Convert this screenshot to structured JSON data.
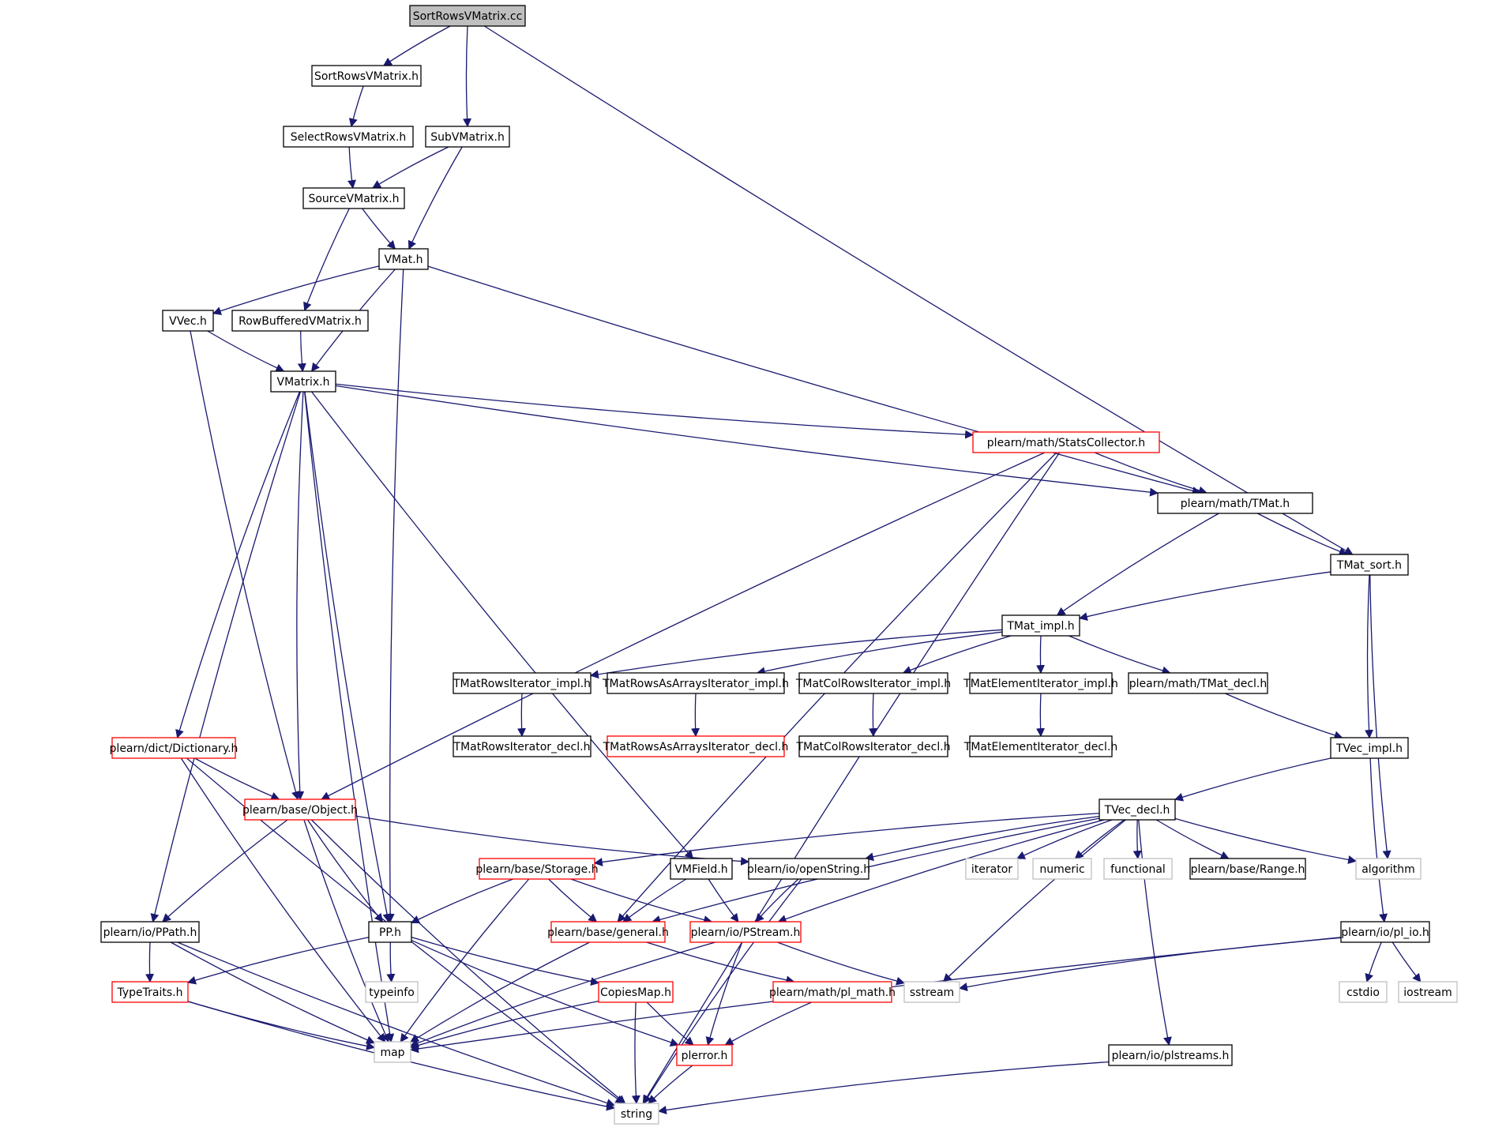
{
  "colors": {
    "edge": "#191970",
    "root_fill": "#bfbfbf",
    "normal_border": "#000000",
    "truncated_border": "#ff0000",
    "external_border": "#bfbfbf"
  },
  "diagram": {
    "root": "SortRowsVMatrix.cc",
    "nodes": [
      {
        "id": "root",
        "label": "SortRowsVMatrix.cc",
        "style": "root"
      },
      {
        "id": "sortrowsh",
        "label": "SortRowsVMatrix.h",
        "style": "normal"
      },
      {
        "id": "selectrows",
        "label": "SelectRowsVMatrix.h",
        "style": "normal"
      },
      {
        "id": "subv",
        "label": "SubVMatrix.h",
        "style": "normal"
      },
      {
        "id": "source",
        "label": "SourceVMatrix.h",
        "style": "normal"
      },
      {
        "id": "vmat",
        "label": "VMat.h",
        "style": "normal"
      },
      {
        "id": "vvec",
        "label": "VVec.h",
        "style": "normal"
      },
      {
        "id": "rowbuf",
        "label": "RowBufferedVMatrix.h",
        "style": "normal"
      },
      {
        "id": "vmatrix",
        "label": "VMatrix.h",
        "style": "normal"
      },
      {
        "id": "stats",
        "label": "plearn/math/StatsCollector.h",
        "style": "truncated"
      },
      {
        "id": "tmat",
        "label": "plearn/math/TMat.h",
        "style": "normal"
      },
      {
        "id": "tmatsort",
        "label": "TMat_sort.h",
        "style": "normal"
      },
      {
        "id": "tmatimpl",
        "label": "TMat_impl.h",
        "style": "normal"
      },
      {
        "id": "rowsiterimpl",
        "label": "TMatRowsIterator_impl.h",
        "style": "normal"
      },
      {
        "id": "rowsasimpl",
        "label": "TMatRowsAsArraysIterator_impl.h",
        "style": "normal"
      },
      {
        "id": "colrowsimpl",
        "label": "TMatColRowsIterator_impl.h",
        "style": "normal"
      },
      {
        "id": "elemimpl",
        "label": "TMatElementIterator_impl.h",
        "style": "normal"
      },
      {
        "id": "tmatdecl",
        "label": "plearn/math/TMat_decl.h",
        "style": "normal"
      },
      {
        "id": "rowsiterdecl",
        "label": "TMatRowsIterator_decl.h",
        "style": "normal"
      },
      {
        "id": "rowsasdecl",
        "label": "TMatRowsAsArraysIterator_decl.h",
        "style": "truncated"
      },
      {
        "id": "colrowsdecl",
        "label": "TMatColRowsIterator_decl.h",
        "style": "normal"
      },
      {
        "id": "elemdecl",
        "label": "TMatElementIterator_decl.h",
        "style": "normal"
      },
      {
        "id": "dict",
        "label": "plearn/dict/Dictionary.h",
        "style": "truncated"
      },
      {
        "id": "tvecimpl",
        "label": "TVec_impl.h",
        "style": "normal"
      },
      {
        "id": "object",
        "label": "plearn/base/Object.h",
        "style": "truncated"
      },
      {
        "id": "tvecdecl",
        "label": "TVec_decl.h",
        "style": "normal"
      },
      {
        "id": "storage",
        "label": "plearn/base/Storage.h",
        "style": "truncated"
      },
      {
        "id": "vmfield",
        "label": "VMField.h",
        "style": "normal"
      },
      {
        "id": "openstr",
        "label": "plearn/io/openString.h",
        "style": "normal"
      },
      {
        "id": "iterator",
        "label": "iterator",
        "style": "external"
      },
      {
        "id": "numeric",
        "label": "numeric",
        "style": "external"
      },
      {
        "id": "functional",
        "label": "functional",
        "style": "external"
      },
      {
        "id": "range",
        "label": "plearn/base/Range.h",
        "style": "normal"
      },
      {
        "id": "algorithm",
        "label": "algorithm",
        "style": "external"
      },
      {
        "id": "ppath",
        "label": "plearn/io/PPath.h",
        "style": "normal"
      },
      {
        "id": "pp",
        "label": "PP.h",
        "style": "normal"
      },
      {
        "id": "general",
        "label": "plearn/base/general.h",
        "style": "truncated"
      },
      {
        "id": "pstream",
        "label": "plearn/io/PStream.h",
        "style": "truncated"
      },
      {
        "id": "plio",
        "label": "plearn/io/pl_io.h",
        "style": "normal"
      },
      {
        "id": "typetraits",
        "label": "TypeTraits.h",
        "style": "truncated"
      },
      {
        "id": "typeinfo",
        "label": "typeinfo",
        "style": "external"
      },
      {
        "id": "copiesmap",
        "label": "CopiesMap.h",
        "style": "truncated"
      },
      {
        "id": "plmath",
        "label": "plearn/math/pl_math.h",
        "style": "truncated"
      },
      {
        "id": "sstream",
        "label": "sstream",
        "style": "external"
      },
      {
        "id": "cstdio",
        "label": "cstdio",
        "style": "external"
      },
      {
        "id": "iostream",
        "label": "iostream",
        "style": "external"
      },
      {
        "id": "map",
        "label": "map",
        "style": "external"
      },
      {
        "id": "plerror",
        "label": "plerror.h",
        "style": "truncated"
      },
      {
        "id": "plstreams",
        "label": "plearn/io/plstreams.h",
        "style": "normal"
      },
      {
        "id": "string",
        "label": "string",
        "style": "external"
      }
    ],
    "edges": [
      [
        "root",
        "sortrowsh"
      ],
      [
        "root",
        "subv"
      ],
      [
        "root",
        "tmatsort"
      ],
      [
        "sortrowsh",
        "selectrows"
      ],
      [
        "selectrows",
        "source"
      ],
      [
        "subv",
        "source"
      ],
      [
        "subv",
        "vmat"
      ],
      [
        "source",
        "vmat"
      ],
      [
        "source",
        "rowbuf"
      ],
      [
        "vmat",
        "vvec"
      ],
      [
        "vmat",
        "vmatrix"
      ],
      [
        "vmat",
        "pp"
      ],
      [
        "vmat",
        "tmat"
      ],
      [
        "vvec",
        "vmatrix"
      ],
      [
        "vvec",
        "object"
      ],
      [
        "rowbuf",
        "vmatrix"
      ],
      [
        "vmatrix",
        "stats"
      ],
      [
        "vmatrix",
        "tmat"
      ],
      [
        "vmatrix",
        "vmfield"
      ],
      [
        "vmatrix",
        "dict"
      ],
      [
        "vmatrix",
        "object"
      ],
      [
        "vmatrix",
        "pp"
      ],
      [
        "vmatrix",
        "map"
      ],
      [
        "vmatrix",
        "ppath"
      ],
      [
        "stats",
        "tmat"
      ],
      [
        "stats",
        "object"
      ],
      [
        "stats",
        "general"
      ],
      [
        "stats",
        "string"
      ],
      [
        "tmat",
        "tmatsort"
      ],
      [
        "tmat",
        "tmatimpl"
      ],
      [
        "tmatsort",
        "tmatimpl"
      ],
      [
        "tmatsort",
        "tvecimpl"
      ],
      [
        "tmatsort",
        "algorithm"
      ],
      [
        "tmatimpl",
        "rowsiterimpl"
      ],
      [
        "tmatimpl",
        "rowsasimpl"
      ],
      [
        "tmatimpl",
        "colrowsimpl"
      ],
      [
        "tmatimpl",
        "elemimpl"
      ],
      [
        "tmatimpl",
        "tmatdecl"
      ],
      [
        "rowsiterimpl",
        "rowsiterdecl"
      ],
      [
        "rowsasimpl",
        "rowsasdecl"
      ],
      [
        "colrowsimpl",
        "colrowsdecl"
      ],
      [
        "elemimpl",
        "elemdecl"
      ],
      [
        "tmatdecl",
        "tvecimpl"
      ],
      [
        "tvecimpl",
        "tvecdecl"
      ],
      [
        "tvecimpl",
        "plio"
      ],
      [
        "dict",
        "object"
      ],
      [
        "dict",
        "map"
      ],
      [
        "dict",
        "string"
      ],
      [
        "object",
        "openstr"
      ],
      [
        "object",
        "ppath"
      ],
      [
        "object",
        "pp"
      ],
      [
        "object",
        "map"
      ],
      [
        "object",
        "string"
      ],
      [
        "tvecdecl",
        "storage"
      ],
      [
        "tvecdecl",
        "general"
      ],
      [
        "tvecdecl",
        "openstr"
      ],
      [
        "tvecdecl",
        "pstream"
      ],
      [
        "tvecdecl",
        "sstream"
      ],
      [
        "tvecdecl",
        "iterator"
      ],
      [
        "tvecdecl",
        "numeric"
      ],
      [
        "tvecdecl",
        "functional"
      ],
      [
        "tvecdecl",
        "range"
      ],
      [
        "tvecdecl",
        "algorithm"
      ],
      [
        "tvecdecl",
        "plstreams"
      ],
      [
        "storage",
        "pp"
      ],
      [
        "storage",
        "general"
      ],
      [
        "storage",
        "pstream"
      ],
      [
        "storage",
        "map"
      ],
      [
        "vmfield",
        "general"
      ],
      [
        "vmfield",
        "pstream"
      ],
      [
        "openstr",
        "pstream"
      ],
      [
        "openstr",
        "string"
      ],
      [
        "ppath",
        "typetraits"
      ],
      [
        "ppath",
        "map"
      ],
      [
        "ppath",
        "string"
      ],
      [
        "pp",
        "typetraits"
      ],
      [
        "pp",
        "typeinfo"
      ],
      [
        "pp",
        "copiesmap"
      ],
      [
        "pp",
        "plerror"
      ],
      [
        "general",
        "map"
      ],
      [
        "general",
        "plmath"
      ],
      [
        "pstream",
        "map"
      ],
      [
        "pstream",
        "plerror"
      ],
      [
        "pstream",
        "sstream"
      ],
      [
        "plio",
        "map"
      ],
      [
        "plio",
        "sstream"
      ],
      [
        "plio",
        "cstdio"
      ],
      [
        "plio",
        "iostream"
      ],
      [
        "typetraits",
        "map"
      ],
      [
        "typetraits",
        "string"
      ],
      [
        "copiesmap",
        "map"
      ],
      [
        "copiesmap",
        "plerror"
      ],
      [
        "copiesmap",
        "string"
      ],
      [
        "plmath",
        "plerror"
      ],
      [
        "plerror",
        "string"
      ],
      [
        "plstreams",
        "string"
      ]
    ]
  }
}
